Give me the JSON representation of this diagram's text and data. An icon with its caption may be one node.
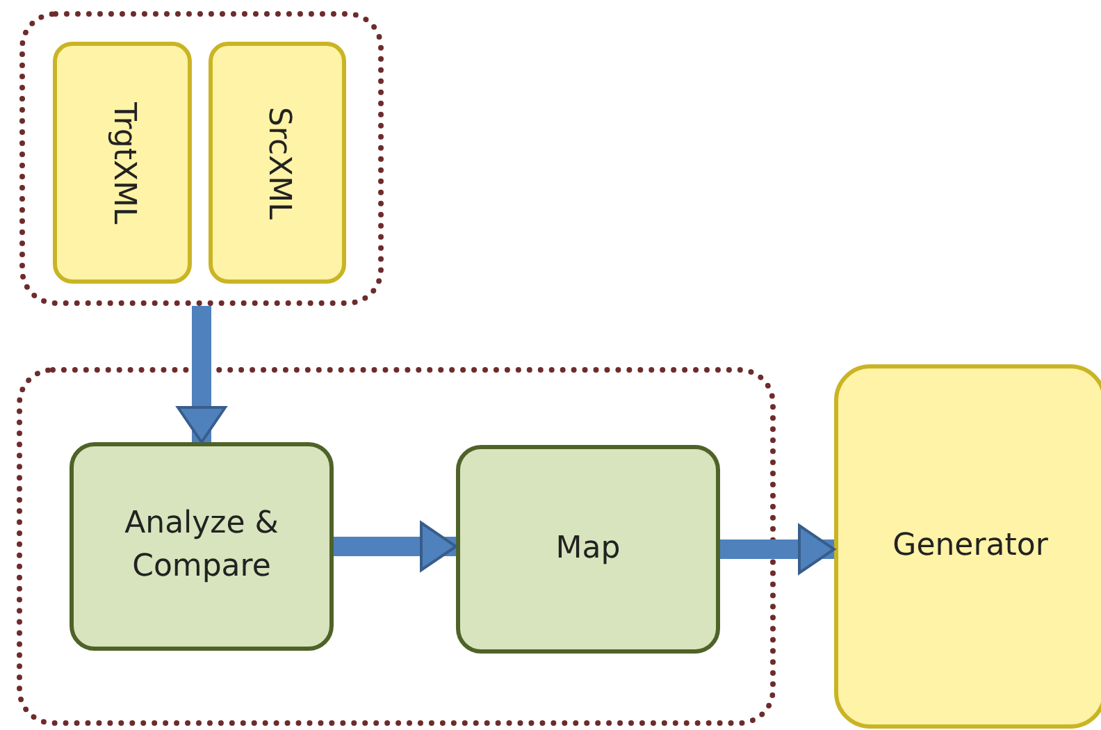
{
  "diagram": {
    "nodes": [
      {
        "text": [],
        "shape": "box"
      },
      {
        "text": [
          "TrgtXML"
        ],
        "in": 0
      },
      {
        "text": [
          "SrcXML"
        ],
        "in": 0
      },
      {
        "text": [],
        "shape": "box"
      },
      {
        "text": [
          "Analyze & Compare"
        ],
        "in": 3
      },
      {
        "text": [
          "Map"
        ],
        "in": 3
      },
      {
        "text": [
          "Generator"
        ]
      }
    ],
    "edges": [
      {
        "from": 0,
        "to": 4,
        "arrow": "to"
      },
      {
        "from": 4,
        "to": 5,
        "arrow": "to"
      },
      {
        "from": 5,
        "to": 6,
        "arrow": "to"
      }
    ]
  }
}
